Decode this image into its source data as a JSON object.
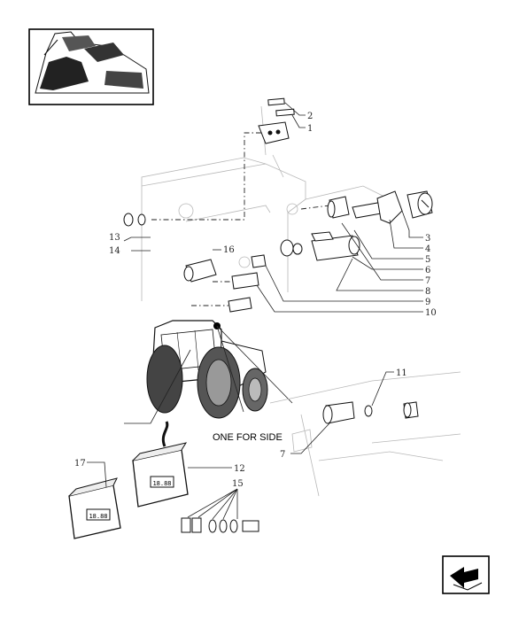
{
  "callouts": {
    "c1": "1",
    "c2": "2",
    "c3": "3",
    "c4": "4",
    "c5": "5",
    "c6": "6",
    "c7": "7",
    "c8": "8",
    "c9": "9",
    "c10": "10",
    "c11": "11",
    "c12": "12",
    "c13": "13",
    "c14": "14",
    "c15": "15",
    "c16": "16",
    "c17": "17",
    "c7b": "7"
  },
  "caption": "ONE FOR SIDE",
  "display": {
    "reading_a": "18.88",
    "reading_b": "18.88"
  },
  "icons": {
    "thumbnail": "tractor-cab-thumbnail-icon",
    "nav": "next-page-arrow-icon"
  }
}
